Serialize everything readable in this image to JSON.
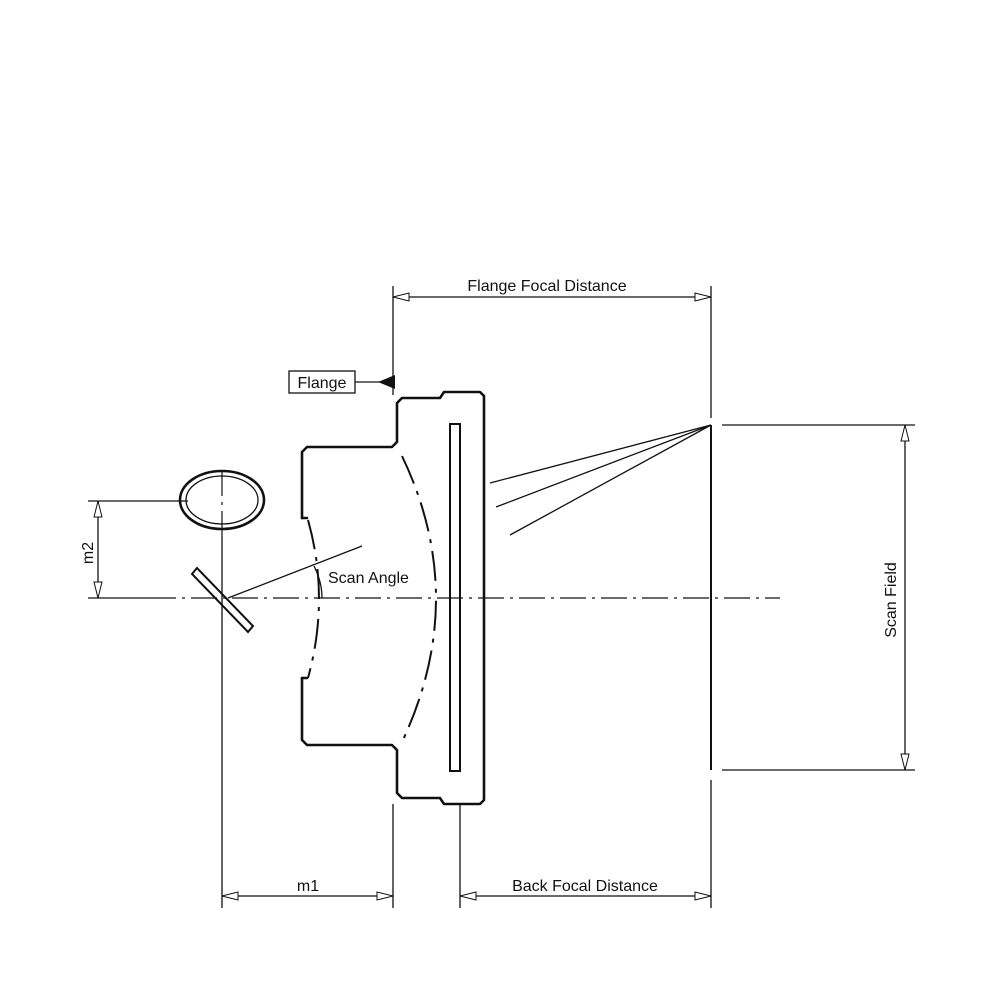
{
  "labels": {
    "flange_focal_distance": "Flange Focal Distance",
    "flange": "Flange",
    "scan_angle": "Scan Angle",
    "scan_field": "Scan Field",
    "m1": "m1",
    "m2": "m2",
    "back_focal_distance": "Back Focal Distance"
  }
}
